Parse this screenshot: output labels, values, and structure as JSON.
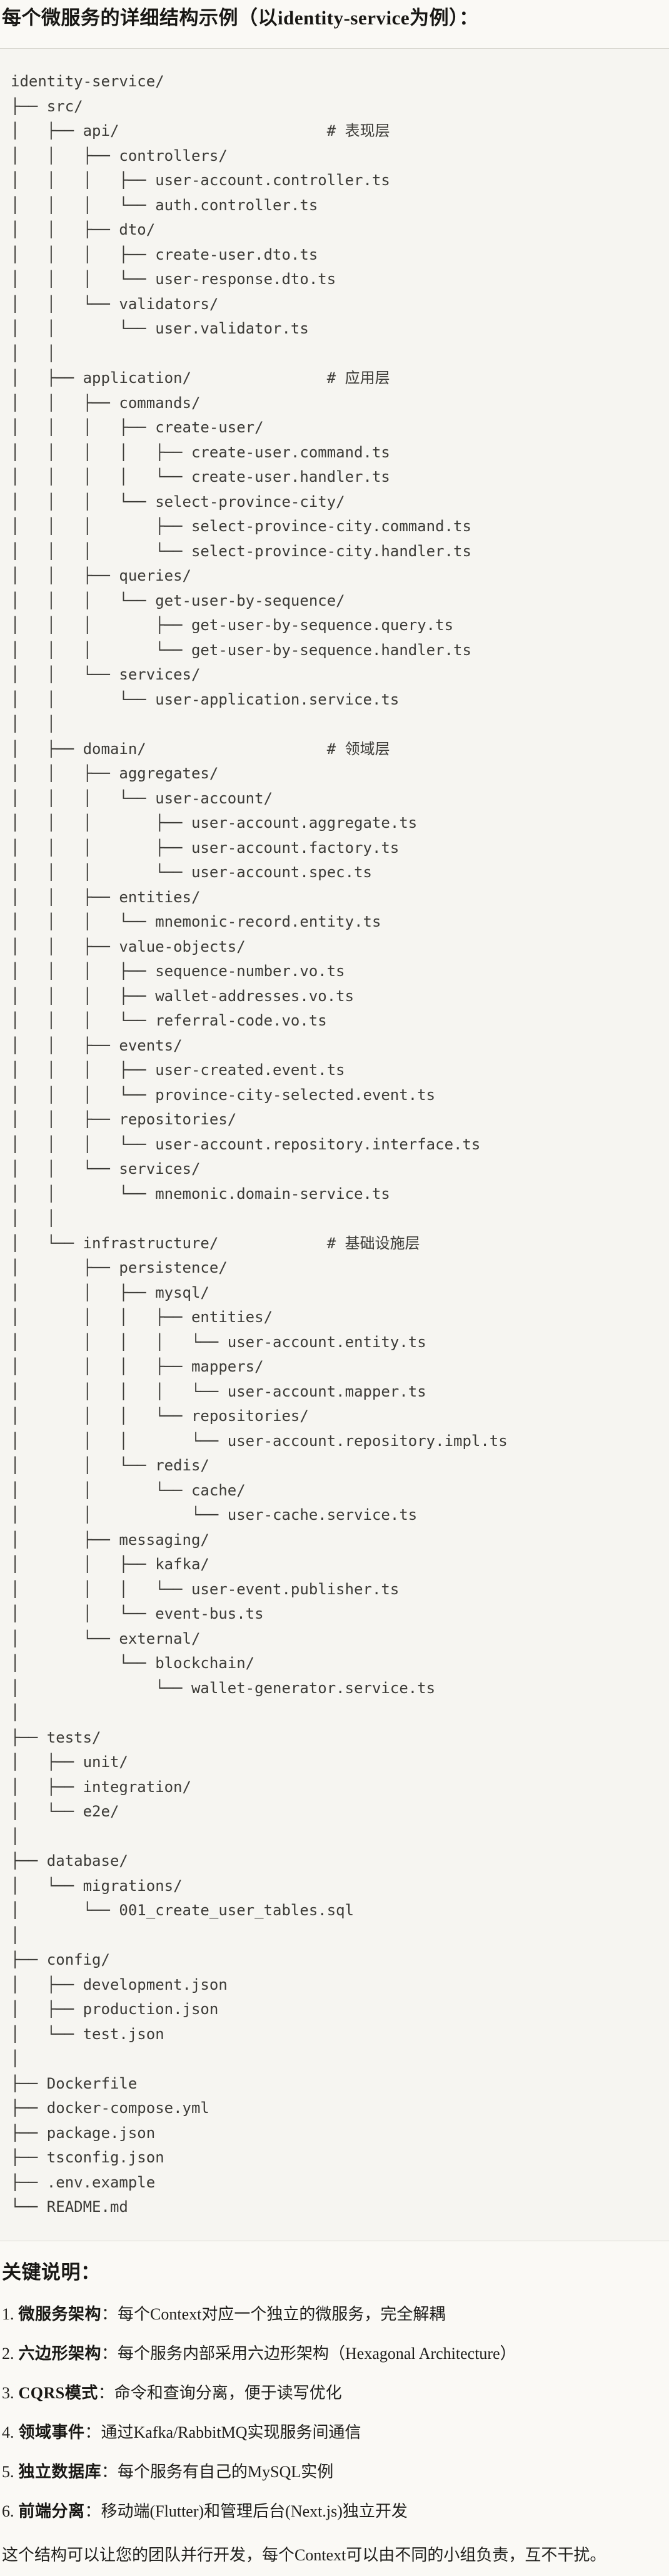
{
  "title": "每个微服务的详细结构示例（以identity-service为例）：",
  "code_block": {
    "language": "plaintext-tree",
    "lines": [
      "identity-service/",
      "├── src/",
      "│   ├── api/                       # 表现层",
      "│   │   ├── controllers/",
      "│   │   │   ├── user-account.controller.ts",
      "│   │   │   └── auth.controller.ts",
      "│   │   ├── dto/",
      "│   │   │   ├── create-user.dto.ts",
      "│   │   │   └── user-response.dto.ts",
      "│   │   └── validators/",
      "│   │       └── user.validator.ts",
      "│   │",
      "│   ├── application/               # 应用层",
      "│   │   ├── commands/",
      "│   │   │   ├── create-user/",
      "│   │   │   │   ├── create-user.command.ts",
      "│   │   │   │   └── create-user.handler.ts",
      "│   │   │   └── select-province-city/",
      "│   │   │       ├── select-province-city.command.ts",
      "│   │   │       └── select-province-city.handler.ts",
      "│   │   ├── queries/",
      "│   │   │   └── get-user-by-sequence/",
      "│   │   │       ├── get-user-by-sequence.query.ts",
      "│   │   │       └── get-user-by-sequence.handler.ts",
      "│   │   └── services/",
      "│   │       └── user-application.service.ts",
      "│   │",
      "│   ├── domain/                    # 领域层",
      "│   │   ├── aggregates/",
      "│   │   │   └── user-account/",
      "│   │   │       ├── user-account.aggregate.ts",
      "│   │   │       ├── user-account.factory.ts",
      "│   │   │       └── user-account.spec.ts",
      "│   │   ├── entities/",
      "│   │   │   └── mnemonic-record.entity.ts",
      "│   │   ├── value-objects/",
      "│   │   │   ├── sequence-number.vo.ts",
      "│   │   │   ├── wallet-addresses.vo.ts",
      "│   │   │   └── referral-code.vo.ts",
      "│   │   ├── events/",
      "│   │   │   ├── user-created.event.ts",
      "│   │   │   └── province-city-selected.event.ts",
      "│   │   ├── repositories/",
      "│   │   │   └── user-account.repository.interface.ts",
      "│   │   └── services/",
      "│   │       └── mnemonic.domain-service.ts",
      "│   │",
      "│   └── infrastructure/            # 基础设施层",
      "│       ├── persistence/",
      "│       │   ├── mysql/",
      "│       │   │   ├── entities/",
      "│       │   │   │   └── user-account.entity.ts",
      "│       │   │   ├── mappers/",
      "│       │   │   │   └── user-account.mapper.ts",
      "│       │   │   └── repositories/",
      "│       │   │       └── user-account.repository.impl.ts",
      "│       │   └── redis/",
      "│       │       └── cache/",
      "│       │           └── user-cache.service.ts",
      "│       ├── messaging/",
      "│       │   ├── kafka/",
      "│       │   │   └── user-event.publisher.ts",
      "│       │   └── event-bus.ts",
      "│       └── external/",
      "│           └── blockchain/",
      "│               └── wallet-generator.service.ts",
      "│",
      "├── tests/",
      "│   ├── unit/",
      "│   ├── integration/",
      "│   └── e2e/",
      "│",
      "├── database/",
      "│   └── migrations/",
      "│       └── 001_create_user_tables.sql",
      "│",
      "├── config/",
      "│   ├── development.json",
      "│   ├── production.json",
      "│   └── test.json",
      "│",
      "├── Dockerfile",
      "├── docker-compose.yml",
      "├── package.json",
      "├── tsconfig.json",
      "├── .env.example",
      "└── README.md"
    ]
  },
  "notes": {
    "heading": "关键说明：",
    "items": [
      {
        "num": "1.",
        "label": "微服务架构",
        "text": "：每个Context对应一个独立的微服务，完全解耦"
      },
      {
        "num": "2.",
        "label": "六边形架构",
        "text": "：每个服务内部采用六边形架构（Hexagonal Architecture）"
      },
      {
        "num": "3.",
        "label": "CQRS模式",
        "text": "：命令和查询分离，便于读写优化"
      },
      {
        "num": "4.",
        "label": "领域事件",
        "text": "：通过Kafka/RabbitMQ实现服务间通信"
      },
      {
        "num": "5.",
        "label": "独立数据库",
        "text": "：每个服务有自己的MySQL实例"
      },
      {
        "num": "6.",
        "label": "前端分离",
        "text": "：移动端(Flutter)和管理后台(Next.js)独立开发"
      }
    ]
  },
  "footer_text": "这个结构可以让您的团队并行开发，每个Context可以由不同的小组负责，互不干扰。",
  "colors": {
    "page_background": "#FAF9F5",
    "code_background": "#F6F5F1",
    "code_border": "#DAD9D2",
    "code_text": "#3C3B37",
    "heading_text": "#181714",
    "body_text": "#1F1E1B"
  }
}
